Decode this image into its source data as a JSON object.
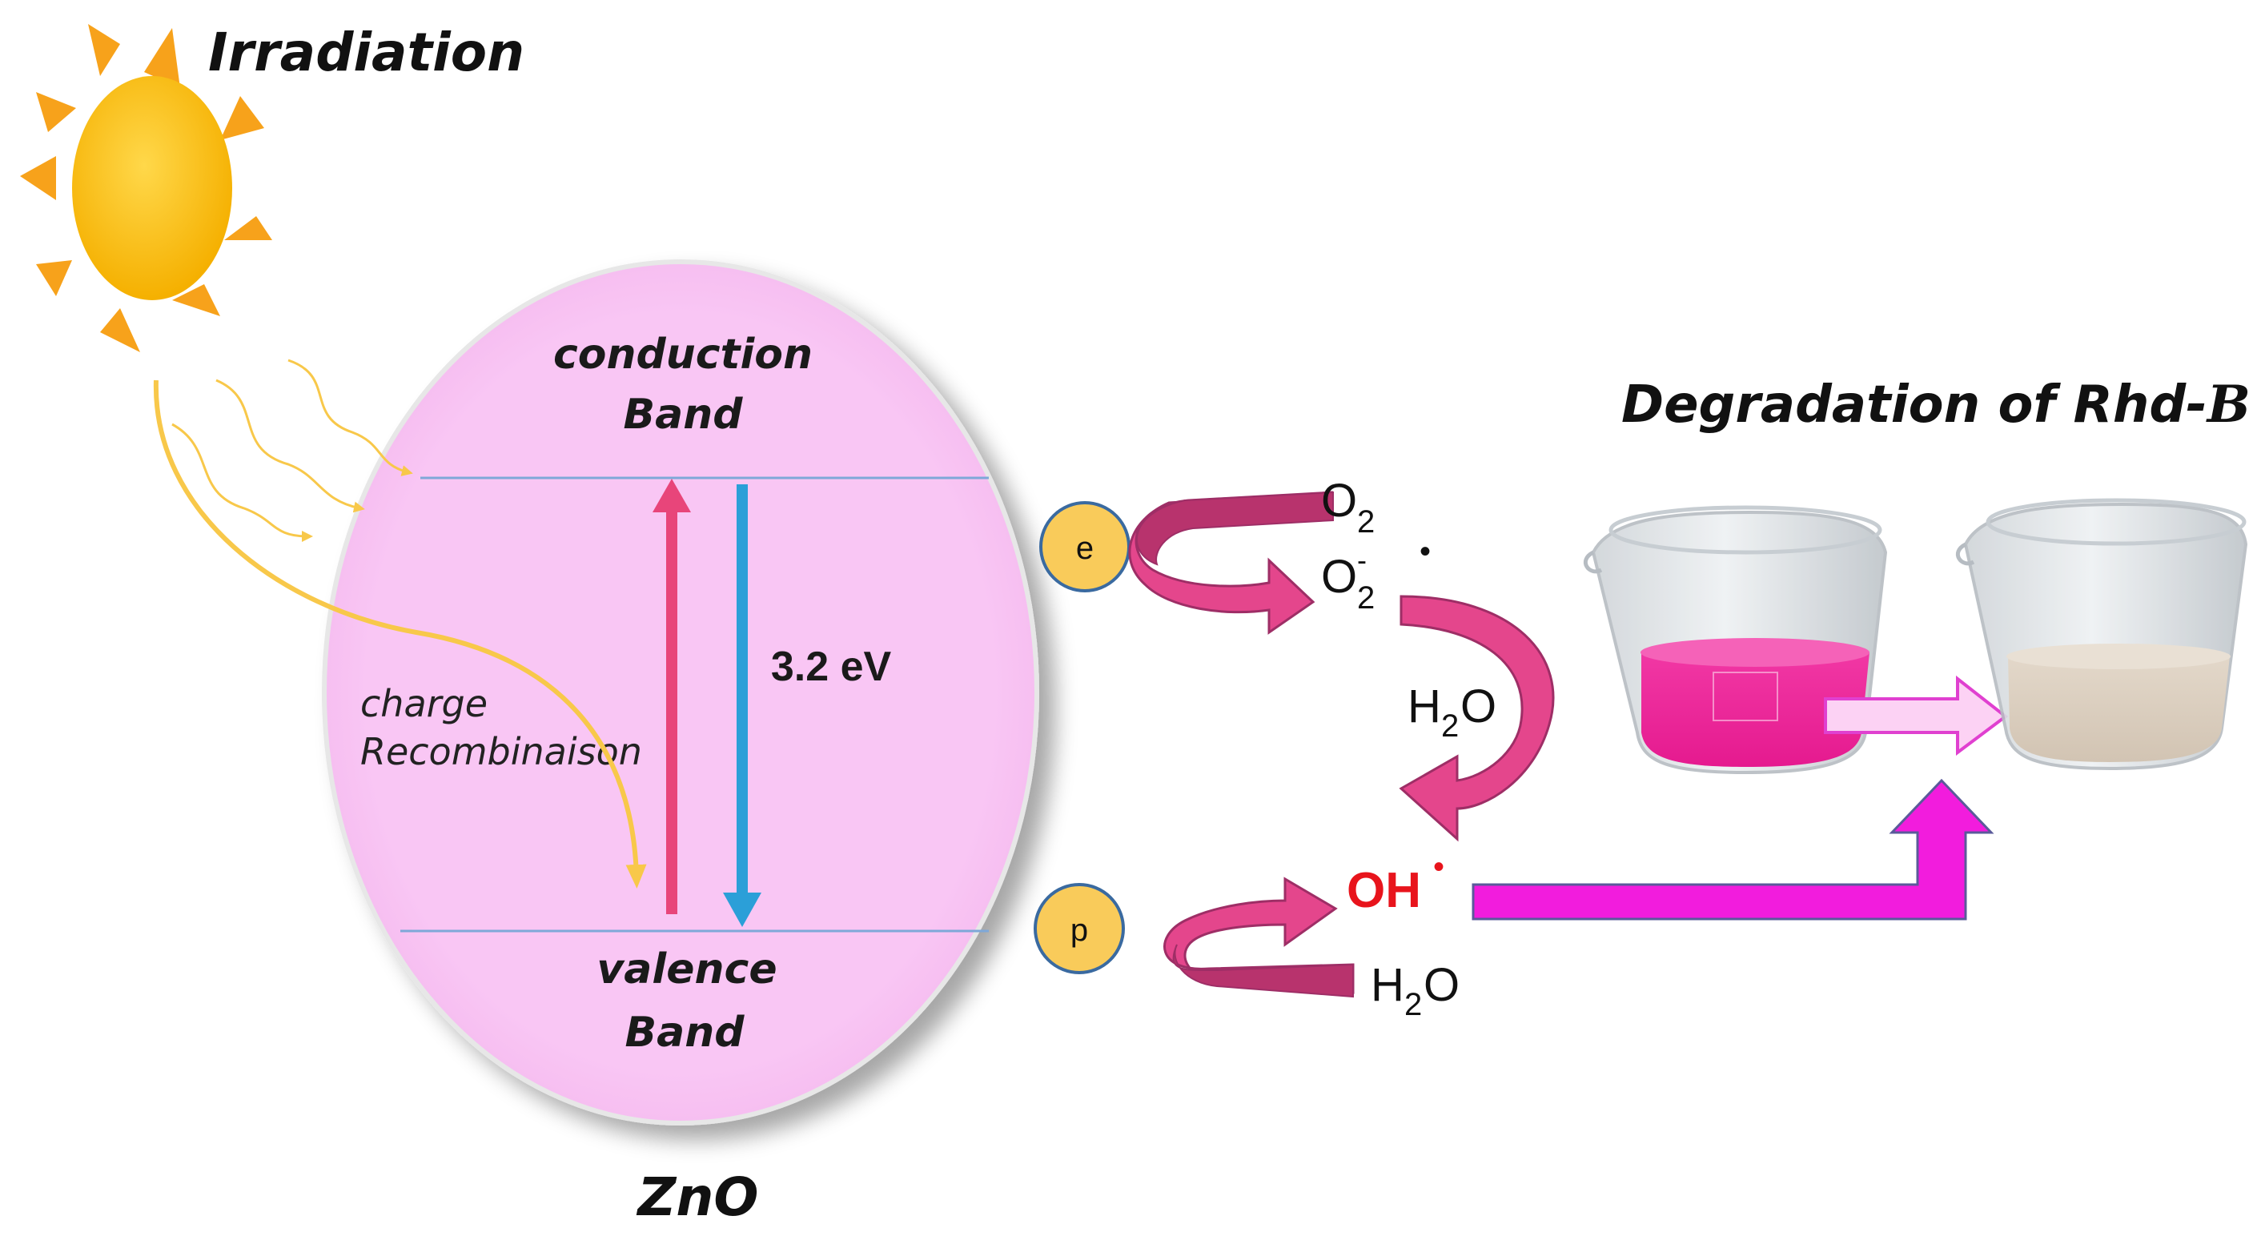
{
  "title": "Irradiation",
  "material": "ZnO",
  "bands": {
    "conduction_line1": "conduction",
    "conduction_line2": "Band",
    "valence_line1": "valence",
    "valence_line2": "Band"
  },
  "band_gap": "3.2 eV",
  "recombination_line1": "charge",
  "recombination_line2": "Recombinaison",
  "carriers": {
    "electron": "e",
    "hole": "p"
  },
  "species": {
    "o2": "O",
    "o2_sub": "2",
    "superoxide": "O",
    "superoxide_sub": "2",
    "superoxide_sup": "-",
    "radical_dot": "•",
    "water_mid": "H",
    "water_mid_sub": "2",
    "water_mid_tail": "O",
    "hydroxyl": "OH",
    "water_bottom": "H",
    "water_bottom_sub": "2",
    "water_bottom_tail": "O"
  },
  "degradation_title": "Degradation of Rhd-",
  "degradation_title_b": "B",
  "colors": {
    "sun": "#FDB813",
    "sun_rays": "#F7A21B",
    "ellipse_fill": "#F9C6F4",
    "up_arrow": "#E8457A",
    "down_arrow": "#2B9FD8",
    "curved_arrow": "#D6457E",
    "carrier_fill": "#F9CB5A",
    "radical_red": "#E8141C",
    "magenta_arrow": "#F21CDD",
    "light_path": "#F8C84A"
  }
}
